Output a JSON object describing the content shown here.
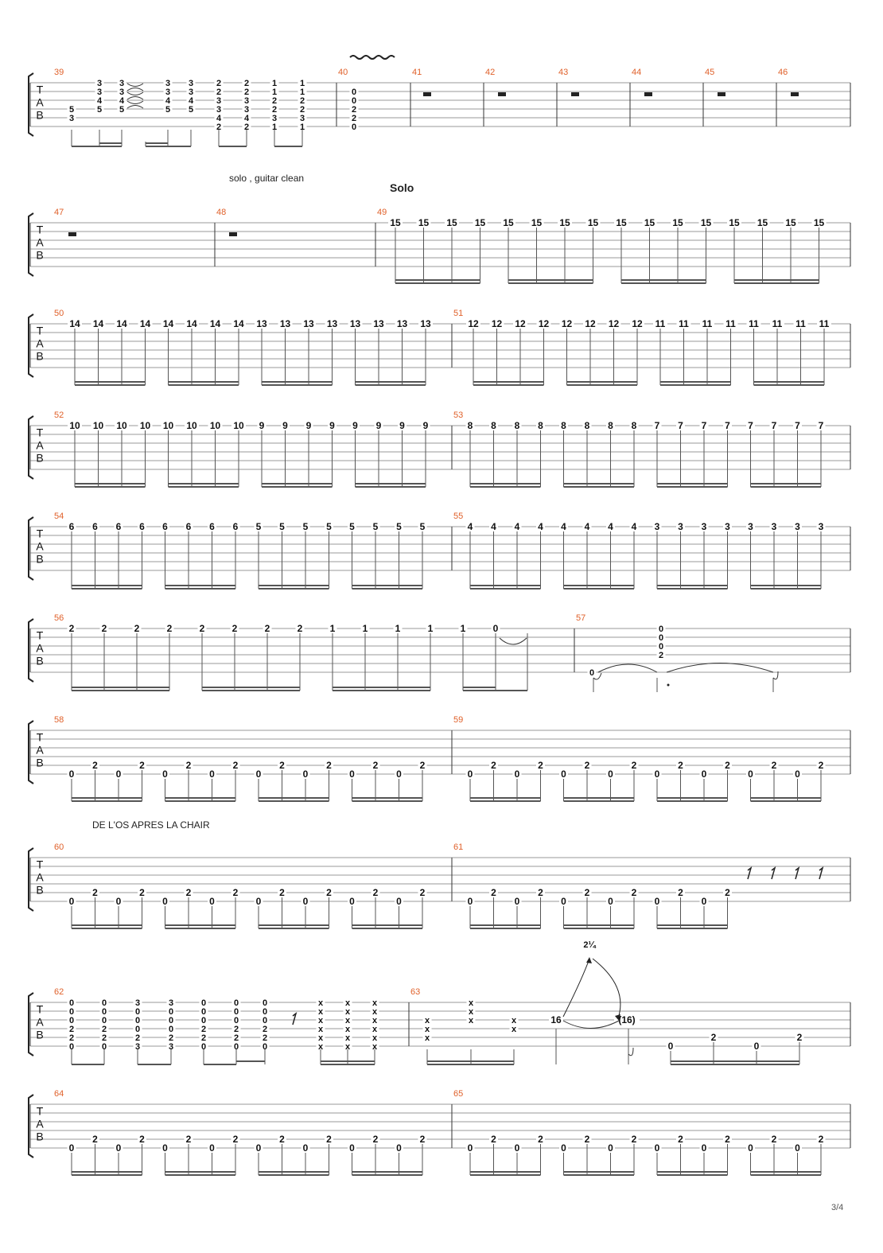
{
  "page_number": "3/4",
  "annotations": {
    "solo_direction": "solo , guitar clean",
    "section_marker": "Solo",
    "lyric": "DE L'OS APRES LA CHAIR",
    "bend_amount": "2¼",
    "tab_letters": [
      "T",
      "A",
      "B"
    ]
  },
  "colors": {
    "measure_number": "#e0612b",
    "ink": "#111111",
    "staff_line": "#9a9a9a"
  },
  "systems": [
    {
      "measures": [
        "39",
        "40",
        "41",
        "42",
        "43",
        "44",
        "45",
        "46"
      ]
    },
    {
      "measures": [
        "47",
        "48",
        "49"
      ]
    },
    {
      "measures": [
        "50",
        "51"
      ]
    },
    {
      "measures": [
        "52",
        "53"
      ]
    },
    {
      "measures": [
        "54",
        "55"
      ]
    },
    {
      "measures": [
        "56",
        "57"
      ]
    },
    {
      "measures": [
        "58",
        "59"
      ]
    },
    {
      "measures": [
        "60",
        "61"
      ]
    },
    {
      "measures": [
        "62",
        "63"
      ]
    },
    {
      "measures": [
        "64",
        "65"
      ]
    }
  ],
  "measure39": {
    "chords": [
      [
        "",
        "",
        "",
        "5",
        "3"
      ],
      [
        "3",
        "3",
        "4",
        "5",
        ""
      ],
      [
        "3",
        "3",
        "4",
        "5",
        ""
      ],
      [
        "3",
        "3",
        "4",
        "5",
        ""
      ],
      [
        "3",
        "3",
        "4",
        "5",
        ""
      ],
      [
        "2",
        "2",
        "3",
        "3",
        "4",
        "2"
      ],
      [
        "2",
        "2",
        "3",
        "3",
        "4",
        "2"
      ],
      [
        "1",
        "1",
        "2",
        "2",
        "3",
        "1"
      ],
      [
        "1",
        "1",
        "2",
        "2",
        "3",
        "1"
      ]
    ]
  },
  "measure40": {
    "chord": [
      "0",
      "0",
      "2",
      "2",
      "0"
    ]
  },
  "measure49": {
    "notes": [
      "15",
      "15",
      "15",
      "15",
      "15",
      "15",
      "15",
      "15",
      "15",
      "15",
      "15",
      "15",
      "15",
      "15",
      "15",
      "15"
    ]
  },
  "measure50": {
    "notes": [
      "14",
      "14",
      "14",
      "14",
      "14",
      "14",
      "14",
      "14",
      "13",
      "13",
      "13",
      "13",
      "13",
      "13",
      "13",
      "13"
    ]
  },
  "measure51": {
    "notes": [
      "12",
      "12",
      "12",
      "12",
      "12",
      "12",
      "12",
      "12",
      "11",
      "11",
      "11",
      "11",
      "11",
      "11",
      "11",
      "11"
    ]
  },
  "measure52": {
    "notes": [
      "10",
      "10",
      "10",
      "10",
      "10",
      "10",
      "10",
      "10",
      "9",
      "9",
      "9",
      "9",
      "9",
      "9",
      "9",
      "9"
    ]
  },
  "measure53": {
    "notes": [
      "8",
      "8",
      "8",
      "8",
      "8",
      "8",
      "8",
      "8",
      "7",
      "7",
      "7",
      "7",
      "7",
      "7",
      "7",
      "7"
    ]
  },
  "measure54": {
    "notes": [
      "6",
      "6",
      "6",
      "6",
      "6",
      "6",
      "6",
      "6",
      "5",
      "5",
      "5",
      "5",
      "5",
      "5",
      "5",
      "5"
    ]
  },
  "measure55": {
    "notes": [
      "4",
      "4",
      "4",
      "4",
      "4",
      "4",
      "4",
      "4",
      "3",
      "3",
      "3",
      "3",
      "3",
      "3",
      "3",
      "3"
    ]
  },
  "measure56": {
    "notes": [
      "2",
      "2",
      "2",
      "2",
      "2",
      "2",
      "2",
      "2",
      "1",
      "1",
      "1",
      "1",
      "1",
      "0"
    ]
  },
  "measure57": {
    "chord": [
      "0",
      "0",
      "0",
      "2"
    ],
    "bass": "0"
  },
  "riff": {
    "pattern": [
      "0",
      "2",
      "0",
      "2"
    ]
  },
  "measure62": {
    "chords": [
      [
        "0",
        "0",
        "0",
        "2",
        "2",
        "0"
      ],
      [
        "0",
        "0",
        "0",
        "2",
        "2",
        "0"
      ],
      [
        "3",
        "0",
        "0",
        "0",
        "2",
        "3"
      ],
      [
        "3",
        "0",
        "0",
        "0",
        "2",
        "3"
      ],
      [
        "0",
        "0",
        "0",
        "2",
        "2",
        "0"
      ],
      [
        "0",
        "0",
        "0",
        "2",
        "2",
        "0"
      ],
      [
        "0",
        "0",
        "0",
        "2",
        "2",
        "0"
      ]
    ],
    "mute": "x"
  },
  "measure63": {
    "bend_from": "16",
    "bend_release": "(16)",
    "notes": [
      "0",
      "2",
      "0",
      "2"
    ]
  }
}
